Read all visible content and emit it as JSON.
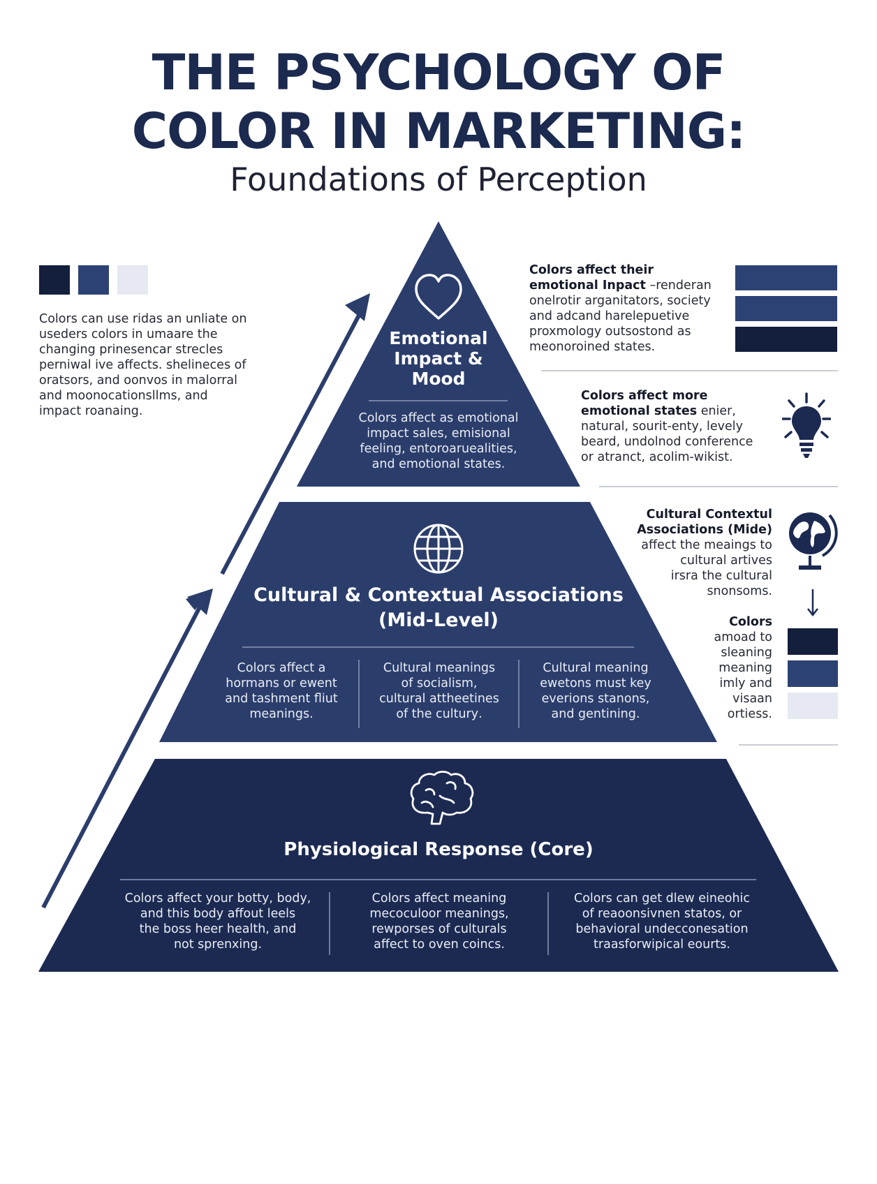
{
  "title_line1": "THE PSYCHOLOGY OF",
  "title_line2": "COLOR IN MARKETING:",
  "subtitle": "Foundations of Perception",
  "palette": {
    "navy_dark": "#141f3c",
    "navy_mid": "#2d4274",
    "navy_pyramid": "#2b3d6b",
    "navy_base": "#1c2a52",
    "light": "#e6e9f2"
  },
  "left_note": {
    "swatches": [
      "#141f3c",
      "#2d4274",
      "#e6e9f2"
    ],
    "lines": [
      "Colors can use ridas an unliate on",
      "useders colors in umaare the",
      "changing prinesencar strecles",
      "perniwal ive affects. shelineces of",
      "oratsors, and oonvos in malorral",
      "and moonocationsllms, and",
      "impact roanaing."
    ]
  },
  "tiers": {
    "top": {
      "icon": "heart-icon",
      "title_lines": [
        "Emotional",
        "Impact &",
        "Mood"
      ],
      "body_lines": [
        "Colors affect as emotional",
        "impact sales, emisional",
        "feeling, entoroaruealities,",
        "and emotional states."
      ]
    },
    "middle": {
      "icon": "globe-icon",
      "title_lines": [
        "Cultural & Contextual Associations",
        "(Mid-Level)"
      ],
      "columns": [
        [
          "Colors affect a",
          "hormans or ewent",
          "and tashment fliut",
          "meanings."
        ],
        [
          "Cultural meanings",
          "of socialism,",
          "cultural attheetines",
          "of the culturу."
        ],
        [
          "Cultural meaning",
          "ewetons must key",
          "everions stanons,",
          "and gentining."
        ]
      ]
    },
    "base": {
      "icon": "brain-icon",
      "title": "Physiological Response (Core)",
      "columns": [
        [
          "Colors affect your botty, body,",
          "and this body affout leels",
          "the boss heer health, and",
          "not sprenxing."
        ],
        [
          "Colors affect meaning",
          "mecoculoor meanings,",
          "rewporses of culturals",
          "affect to oven coincs."
        ],
        [
          "Colors can get dlew eineohic",
          "of reaoonsivnen statos, or",
          "behavioral undecconesation",
          "traasforwipical eourts."
        ]
      ]
    }
  },
  "right_notes": {
    "emotional": {
      "bold_lines": [
        "Colors affect their",
        "emotional Inpact"
      ],
      "rest_of_line2": " –renderan",
      "lines": [
        "onelrotir arganitators, society",
        "and adcand harelepuetive",
        "proxmology outsostond as",
        "meonoroined states."
      ],
      "swatches": [
        "#2d4274",
        "#2d4274",
        "#141f3c"
      ]
    },
    "states": {
      "bold_lines": [
        "Colors affect more",
        "emotional states"
      ],
      "rest_of_line2": " enier,",
      "lines": [
        "natural, sourit-enty, levely",
        "beard, undolnod conference",
        "or atranct, acolim-wikist."
      ],
      "icon": "lightbulb-icon"
    },
    "cultural": {
      "bold_lines": [
        "Cultural Contextul",
        "Associations (Mide)"
      ],
      "lines": [
        "affect the meaings to",
        "cultural artives",
        "irsra the cultural",
        "snonsoms."
      ],
      "icon": "desk-globe-icon"
    },
    "colors": {
      "bold_line": "Colors",
      "lines": [
        "amoad to",
        "sleaning",
        "meaning",
        "imly and",
        "visaan",
        "ortiess."
      ],
      "swatches": [
        "#141f3c",
        "#2d4274",
        "#e6e9f2"
      ]
    }
  }
}
